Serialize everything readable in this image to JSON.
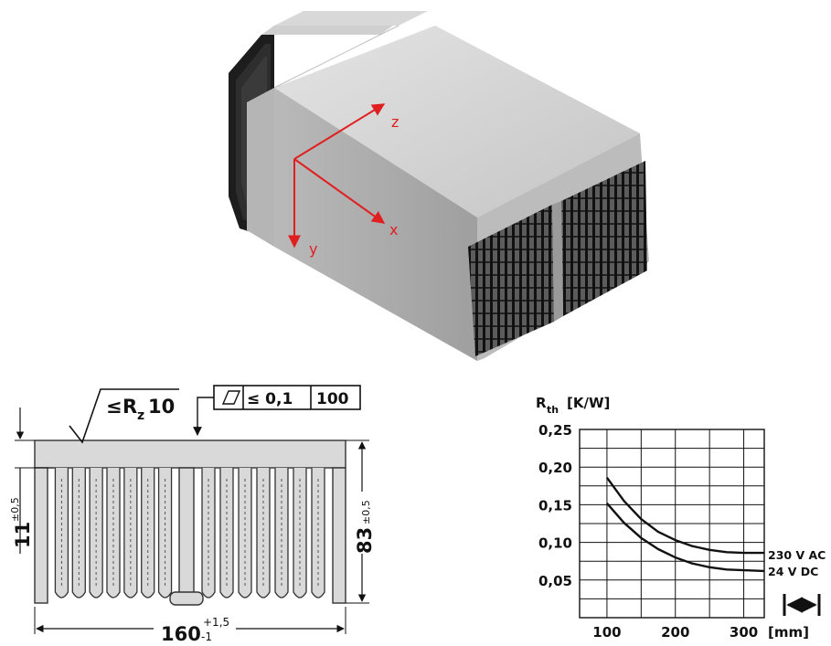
{
  "axes_3d": {
    "x": "x",
    "y": "y",
    "z": "z",
    "color": "#e02020"
  },
  "roughness": {
    "symbol": "≤",
    "label": "R",
    "sub": "z",
    "value": "10"
  },
  "flatness": {
    "value": "≤ 0,1",
    "length": "100"
  },
  "dims": {
    "width": "160",
    "width_tol_upper": "+1,5",
    "width_tol_lower": "-1",
    "height": "83",
    "height_tol": "±0,5",
    "base": "11",
    "base_tol": "±0,5"
  },
  "colors": {
    "profile_fill": "#d9d9d9",
    "body_light": "#c8c8c8",
    "body_side": "#a9a9a9",
    "fan": "#1d1d1d"
  },
  "chart_data": {
    "type": "line",
    "ylabel": "R",
    "ylabel_sub": "th",
    "yunit": "[K/W]",
    "xunit": "[mm]",
    "xlim": [
      60,
      330
    ],
    "ylim": [
      0,
      0.25
    ],
    "x_ticks": [
      "100",
      "200",
      "300"
    ],
    "y_ticks": [
      "0,05",
      "0,10",
      "0,15",
      "0,20",
      "0,25"
    ],
    "grid": true,
    "series": [
      {
        "name": "230 V AC",
        "x": [
          100,
          125,
          150,
          175,
          200,
          225,
          250,
          275,
          300,
          330
        ],
        "y": [
          0.186,
          0.155,
          0.131,
          0.114,
          0.103,
          0.095,
          0.09,
          0.087,
          0.086,
          0.086
        ]
      },
      {
        "name": "24 V DC",
        "x": [
          100,
          125,
          150,
          175,
          200,
          225,
          250,
          275,
          300,
          330
        ],
        "y": [
          0.152,
          0.126,
          0.106,
          0.091,
          0.08,
          0.072,
          0.067,
          0.064,
          0.063,
          0.062
        ]
      }
    ]
  }
}
